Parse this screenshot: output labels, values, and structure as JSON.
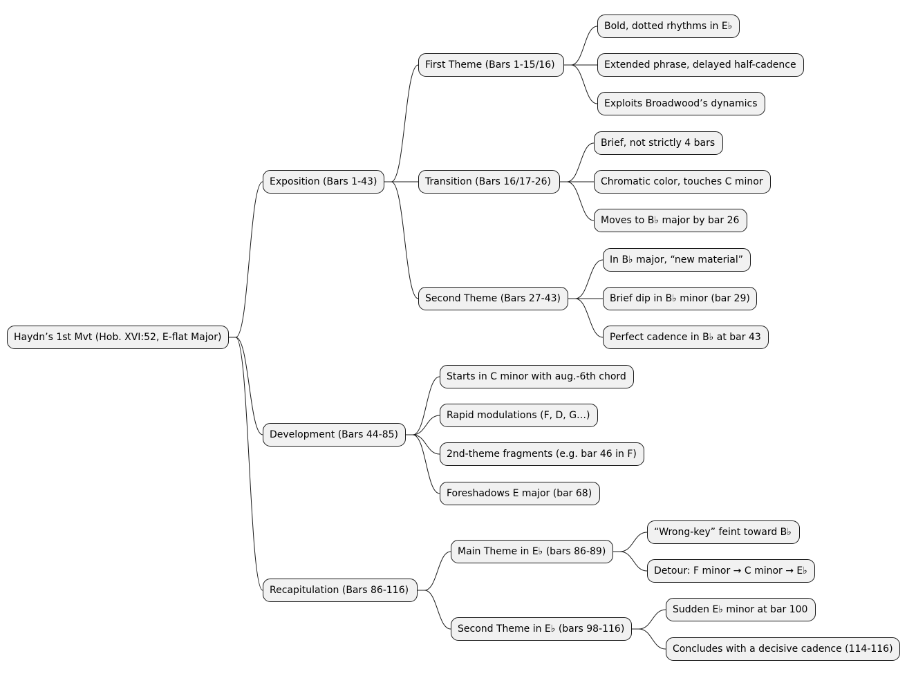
{
  "mindmap": {
    "root": "Haydn’s 1st Mvt (Hob. XVI:52, E-flat Major)",
    "exposition": {
      "label": "Exposition (Bars 1-43)",
      "first_theme": {
        "label": "First Theme (Bars 1-15/16)",
        "details": [
          "Bold, dotted rhythms in E♭",
          "Extended phrase, delayed half-cadence",
          "Exploits Broadwood’s dynamics"
        ]
      },
      "transition": {
        "label": "Transition (Bars 16/17-26)",
        "details": [
          "Brief, not strictly 4 bars",
          "Chromatic color, touches C minor",
          "Moves to B♭ major by bar 26"
        ]
      },
      "second_theme": {
        "label": "Second Theme (Bars 27-43)",
        "details": [
          "In B♭ major, “new material”",
          "Brief dip in B♭ minor (bar 29)",
          "Perfect cadence in B♭ at bar 43"
        ]
      }
    },
    "development": {
      "label": "Development (Bars 44-85)",
      "details": [
        "Starts in C minor with aug.-6th chord",
        "Rapid modulations (F, D, G…)",
        "2nd-theme fragments (e.g. bar 46 in F)",
        "Foreshadows E major (bar 68)"
      ]
    },
    "recapitulation": {
      "label": "Recapitulation (Bars 86-116)",
      "main_theme": {
        "label": "Main Theme in E♭ (bars 86-89)",
        "details": [
          "“Wrong-key” feint toward B♭",
          "Detour: F minor → C minor → E♭"
        ]
      },
      "second_theme": {
        "label": "Second Theme in E♭ (bars 98-116)",
        "details": [
          "Sudden E♭ minor at bar 100",
          "Concludes with a decisive cadence (114-116)"
        ]
      }
    }
  }
}
